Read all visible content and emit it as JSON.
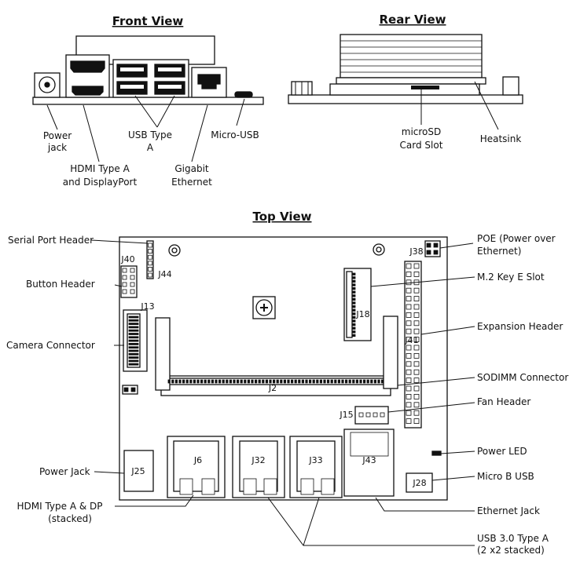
{
  "views": {
    "front_title": "Front View",
    "rear_title": "Rear View",
    "top_title": "Top View"
  },
  "front_labels": {
    "power_jack_1": "Power",
    "power_jack_2": "jack",
    "hdmi_dp_1": "HDMI Type A",
    "hdmi_dp_2": "and DisplayPort",
    "usb_type_a_1": "USB Type",
    "usb_type_a_2": "A",
    "gigabit_ethernet_1": "Gigabit",
    "gigabit_ethernet_2": "Ethernet",
    "micro_usb": "Micro-USB"
  },
  "rear_labels": {
    "microsd_1": "microSD",
    "microsd_2": "Card Slot",
    "heatsink": "Heatsink"
  },
  "top_left_labels": {
    "serial_port_header": "Serial Port Header",
    "button_header": "Button Header",
    "camera_connector": "Camera Connector",
    "power_jack": "Power Jack",
    "hdmi_dp_1": "HDMI Type A & DP",
    "hdmi_dp_2": "(stacked)"
  },
  "top_right_labels": {
    "poe_1": "POE (Power over",
    "poe_2": "Ethernet)",
    "m2_key_e": "M.2 Key E Slot",
    "expansion_header": "Expansion Header",
    "sodimm_connector": "SODIMM Connector",
    "fan_header": "Fan Header",
    "power_led": "Power LED",
    "micro_b_usb": "Micro B USB",
    "ethernet_jack": "Ethernet Jack",
    "usb30_1": "USB 3.0 Type A",
    "usb30_2": "(2 x2 stacked)"
  },
  "board_components": {
    "j40": "J40",
    "j44": "J44",
    "j13": "J13",
    "j18": "J18",
    "j38": "J38",
    "j41": "J41",
    "j2": "J2",
    "j15": "J15",
    "j25": "J25",
    "j6": "J6",
    "j32": "J32",
    "j33": "J33",
    "j43": "J43",
    "j28": "J28"
  }
}
